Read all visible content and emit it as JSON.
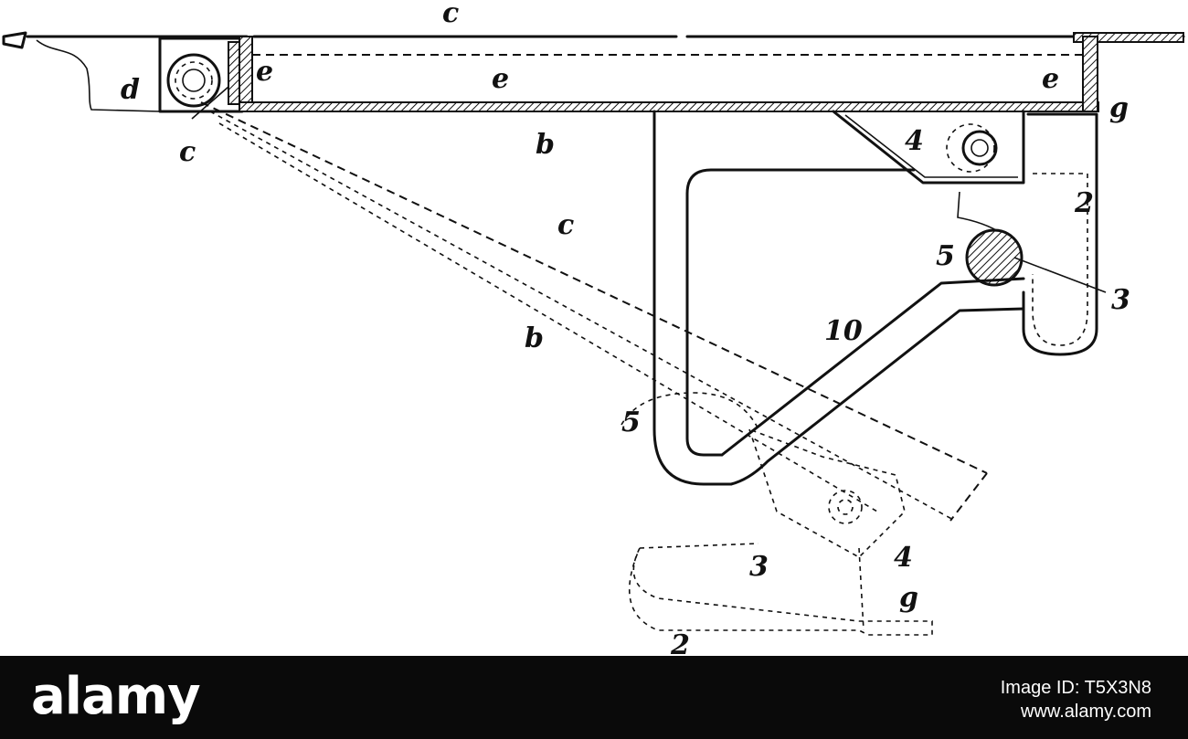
{
  "figure": {
    "labels": {
      "c_top": "c",
      "e_left": "e",
      "e_mid": "e",
      "e_right": "e",
      "d": "d",
      "c_left": "c",
      "b_top": "b",
      "g_top": "g",
      "four_top": "4",
      "two_top": "2",
      "five_top": "5",
      "three_top": "3",
      "c_mid": "c",
      "b_mid": "b",
      "ten": "10",
      "five_low": "5",
      "three_low": "3",
      "four_low": "4",
      "g_low": "g",
      "two_low": "2"
    }
  },
  "footer": {
    "brand": "alamy",
    "image_id": "Image ID: T5X3N8",
    "site_url": "www.alamy.com"
  },
  "colors": {
    "line": "#111111",
    "background": "#ffffff",
    "footer_background": "#0a0a0a",
    "footer_text": "#ffffff"
  }
}
